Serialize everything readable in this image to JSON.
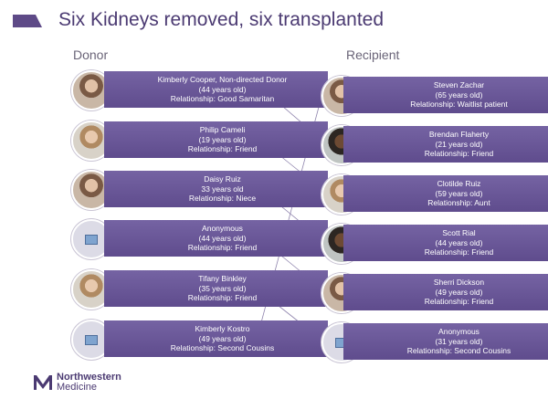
{
  "title": "Six Kidneys removed, six transplanted",
  "columns": {
    "donor": "Donor",
    "recipient": "Recipient"
  },
  "donors": [
    {
      "lines": [
        "Kimberly Cooper, Non-directed Donor",
        "(44 years old)",
        "Relationship: Good Samaritan"
      ]
    },
    {
      "lines": [
        "Philip Cameli",
        "(19 years old)",
        "Relationship: Friend"
      ]
    },
    {
      "lines": [
        "Daisy Ruiz",
        "33 years old",
        "Relationship: Niece"
      ]
    },
    {
      "lines": [
        "Anonymous",
        "(44 years old)",
        "Relationship: Friend"
      ]
    },
    {
      "lines": [
        "Tifany Binkley",
        "(35 years old)",
        "Relationship: Friend"
      ]
    },
    {
      "lines": [
        "Kimberly Kostro",
        "(49 years old)",
        "Relationship: Second Cousins"
      ]
    }
  ],
  "recipients": [
    {
      "lines": [
        "Steven Zachar",
        "(65 years old)",
        "Relationship: Waitlist patient"
      ]
    },
    {
      "lines": [
        "Brendan Flaherty",
        "(21 years old)",
        "Relationship: Friend"
      ]
    },
    {
      "lines": [
        "Clotilde Ruiz",
        "(59 years old)",
        "Relationship: Aunt"
      ]
    },
    {
      "lines": [
        "Scott Rial",
        "(44 years old)",
        "Relationship: Friend"
      ]
    },
    {
      "lines": [
        "Sherri Dickson",
        "(49 years old)",
        "Relationship: Friend"
      ]
    },
    {
      "lines": [
        "Anonymous",
        "(31 years old)",
        "Relationship: Second Cousins"
      ]
    }
  ],
  "logo": {
    "line1": "Northwestern",
    "line2": "Medicine"
  },
  "colors": {
    "box": "#6b5898",
    "title": "#4b3a72",
    "accent": "#5e4a87"
  }
}
